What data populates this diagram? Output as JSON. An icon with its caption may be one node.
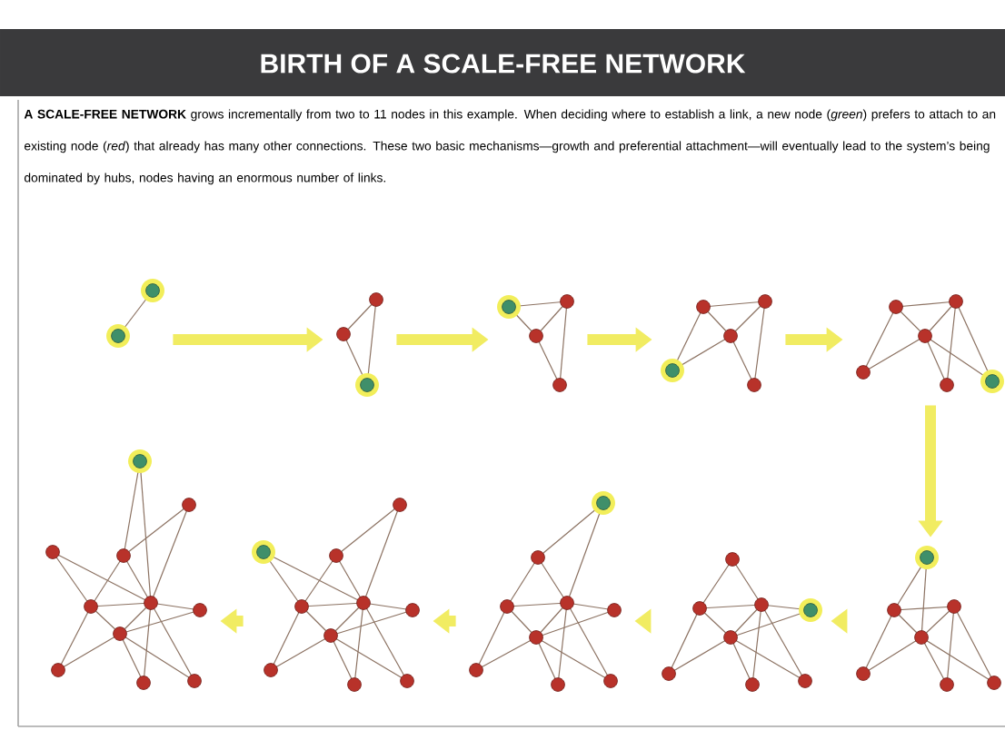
{
  "diagram": {
    "title": "BIRTH OF A SCALE-FREE NETWORK",
    "nodes": [
      {
        "text": [],
        "shape": "network"
      },
      {
        "text": [],
        "shape": "network"
      },
      {
        "text": [],
        "shape": "network"
      },
      {
        "text": [],
        "shape": "network"
      },
      {
        "text": [],
        "shape": "network"
      },
      {
        "text": [],
        "shape": "network"
      },
      {
        "text": [],
        "shape": "network"
      },
      {
        "text": [],
        "shape": "network"
      },
      {
        "text": [],
        "shape": "network"
      },
      {
        "text": [],
        "shape": "network"
      }
    ],
    "edges": [
      {
        "from": 0,
        "to": 1,
        "arrow": "to"
      },
      {
        "from": 1,
        "to": 2,
        "arrow": "to"
      },
      {
        "from": 2,
        "to": 3,
        "arrow": "to"
      },
      {
        "from": 3,
        "to": 4,
        "arrow": "to"
      },
      {
        "from": 4,
        "to": 9,
        "arrow": "to"
      },
      {
        "from": 9,
        "to": 8,
        "arrow": "to"
      },
      {
        "from": 8,
        "to": 7,
        "arrow": "to"
      },
      {
        "from": 7,
        "to": 6,
        "arrow": "to"
      },
      {
        "from": 6,
        "to": 5,
        "arrow": "to"
      }
    ],
    "labels": [
      "**A SCALE-FREE NETWORK** grows incrementally from two to 11 nodes in this example. When deciding where to establish a link, a new node (*green*) prefers to attach to an existing node (*red*) that already has many other connections. These two basic mechanisms—growth and preferential attachment—will eventually lead to the system’s being dominated by hubs, nodes having an enormous number of links."
    ]
  }
}
